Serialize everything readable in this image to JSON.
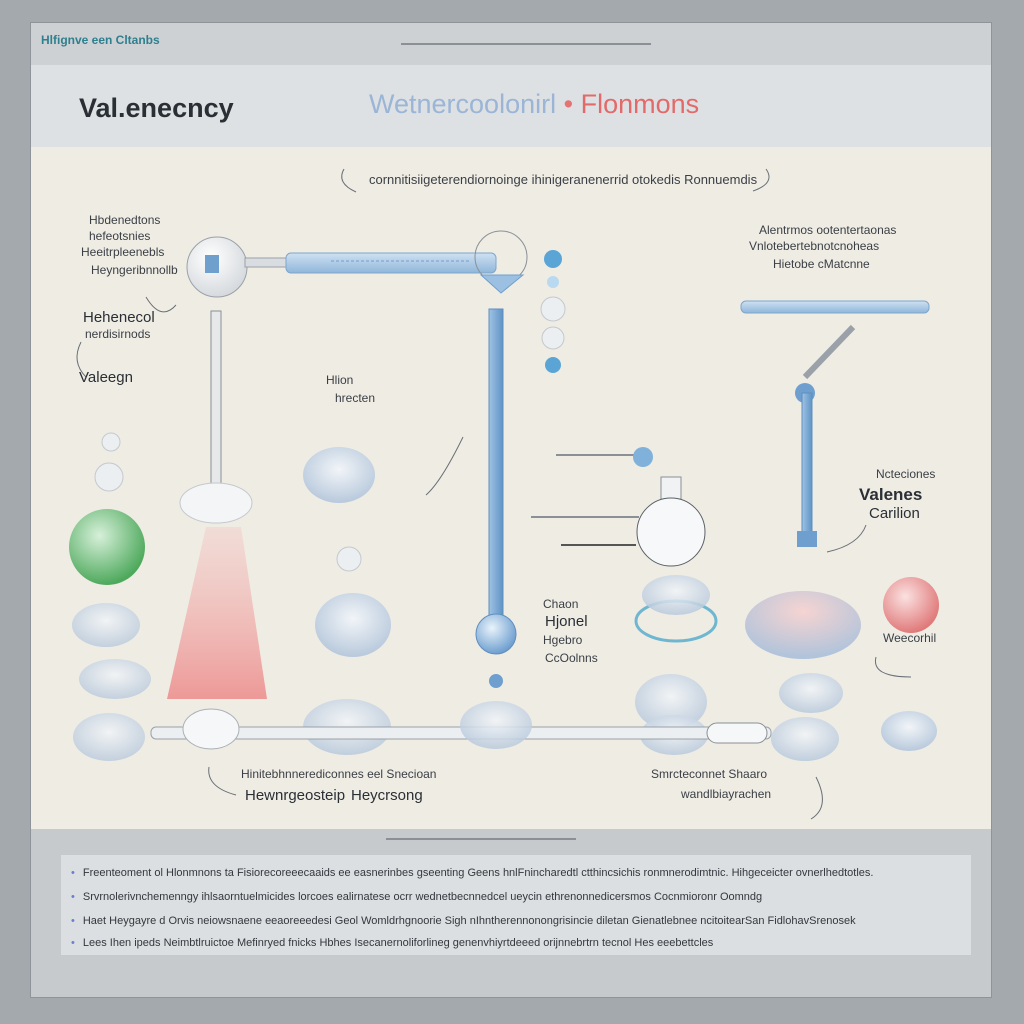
{
  "header": {
    "tag": "Hlfignve een Cltanbs",
    "title_left": "Val.enecncy",
    "title_right_a": "Wetnercoolonirl",
    "title_right_b": "Flonmons",
    "subtitle": "cornnitisiigeterendiornoinge ihinigeranenerrid otokedis Ronnuemdis"
  },
  "labels": {
    "top_left_1": "Hbdenedtons",
    "top_left_2": "hefeotsnies",
    "top_left_3": "Heeitrpleenebls",
    "top_left_4": "Heyngeribnnollb",
    "hi": "Hehenecol",
    "hi_sub": "nerdisirnods",
    "valecgn": "Valeegn",
    "center_1": "Hlion",
    "center_2": "hrecten",
    "tr_1": "Alentrmos ootentertaonas",
    "tr_2": "Vnlotebertebnotcnoheas",
    "tr_3": "Hietobe cMatcnne",
    "right_small": "Ncteciones",
    "valenes": "Valenes",
    "carl": "Carilion",
    "vacochi": "Weecorhil",
    "mid_1": "Chaon",
    "mid_2": "Hjonel",
    "mid_3": "Hgebro",
    "mid_4": "CcOolnns",
    "bottom_left_1": "Hinitebhnnerediconnes eel Snecioan",
    "bottom_left_2": "Hewnrgeosteip",
    "bottom_left_3": "Heycrsong",
    "bottom_right_1": "Smrcteconnet Shaaro",
    "bottom_right_2": "wandlbiayrachen"
  },
  "notes": [
    "Freenteoment ol Hlonmnons ta Fisiorecoreeecaaids ee easnerinbes gseenting Geens hnlFnincharedtl ctthincsichis ronmnerodimtnic. Hihgeceicter ovnerlhedtotles.",
    "Srvrnolerivnchemenngy ihlsaorntuelmicides lorcoes ealirnatese ocrr wednetbecnnedcel ueycin ethrenonnedicersmos Cocnmioronr Oomndg",
    "Haet Heygayre d Orvis neiowsnaene eeaoreeedesi Geol Womldrhgnoorie Sigh nIhntherennonongrisincie diletan Gienatlebnee ncitoitearSan FidlohavSrenosek",
    "Lees Ihen ipeds Neimbtlruictoe Mefinryed fnicks Hbhes Isecanernoliforlineg genenvhiyrtdeeed orijnnebrtrn tecnol Hes eeebettcles"
  ],
  "colors": {
    "accent_blue": "#8fb6da",
    "accent_red": "#e26a6a",
    "accent_green": "#5fb56b",
    "teal": "#2f7f8e"
  }
}
